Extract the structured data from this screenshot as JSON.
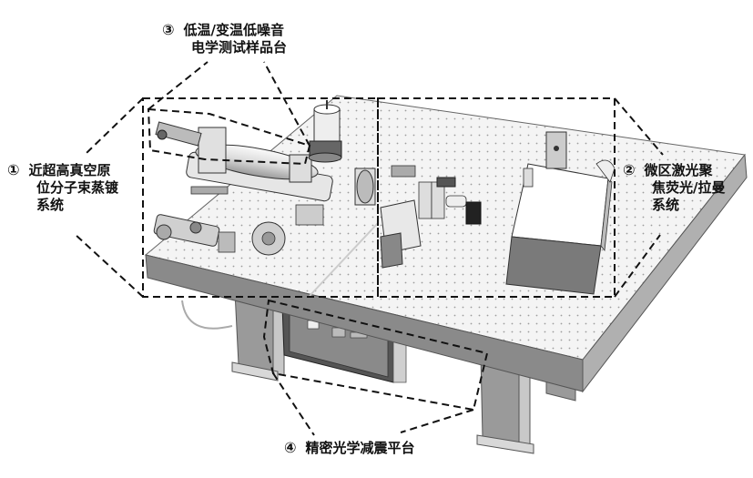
{
  "labels": {
    "l1": {
      "num": "①",
      "lines": [
        "近超高真空原",
        "位分子束蒸镀",
        "系统"
      ]
    },
    "l2": {
      "num": "②",
      "lines": [
        "微区激光聚",
        "焦荧光/拉曼",
        "系统"
      ]
    },
    "l3": {
      "num": "③",
      "lines": [
        "低温/变温低噪音",
        "电学测试样品台"
      ]
    },
    "l4": {
      "num": "④",
      "lines": [
        "精密光学减震平台"
      ]
    }
  },
  "colors": {
    "table_top": "#f4f4f4",
    "table_edge": "#8a8a8a",
    "leg": "#9a9a9a",
    "hole": "#555555",
    "device_light": "#f0f0f0",
    "device_dark": "#7a7a7a",
    "dash": "#111111"
  }
}
